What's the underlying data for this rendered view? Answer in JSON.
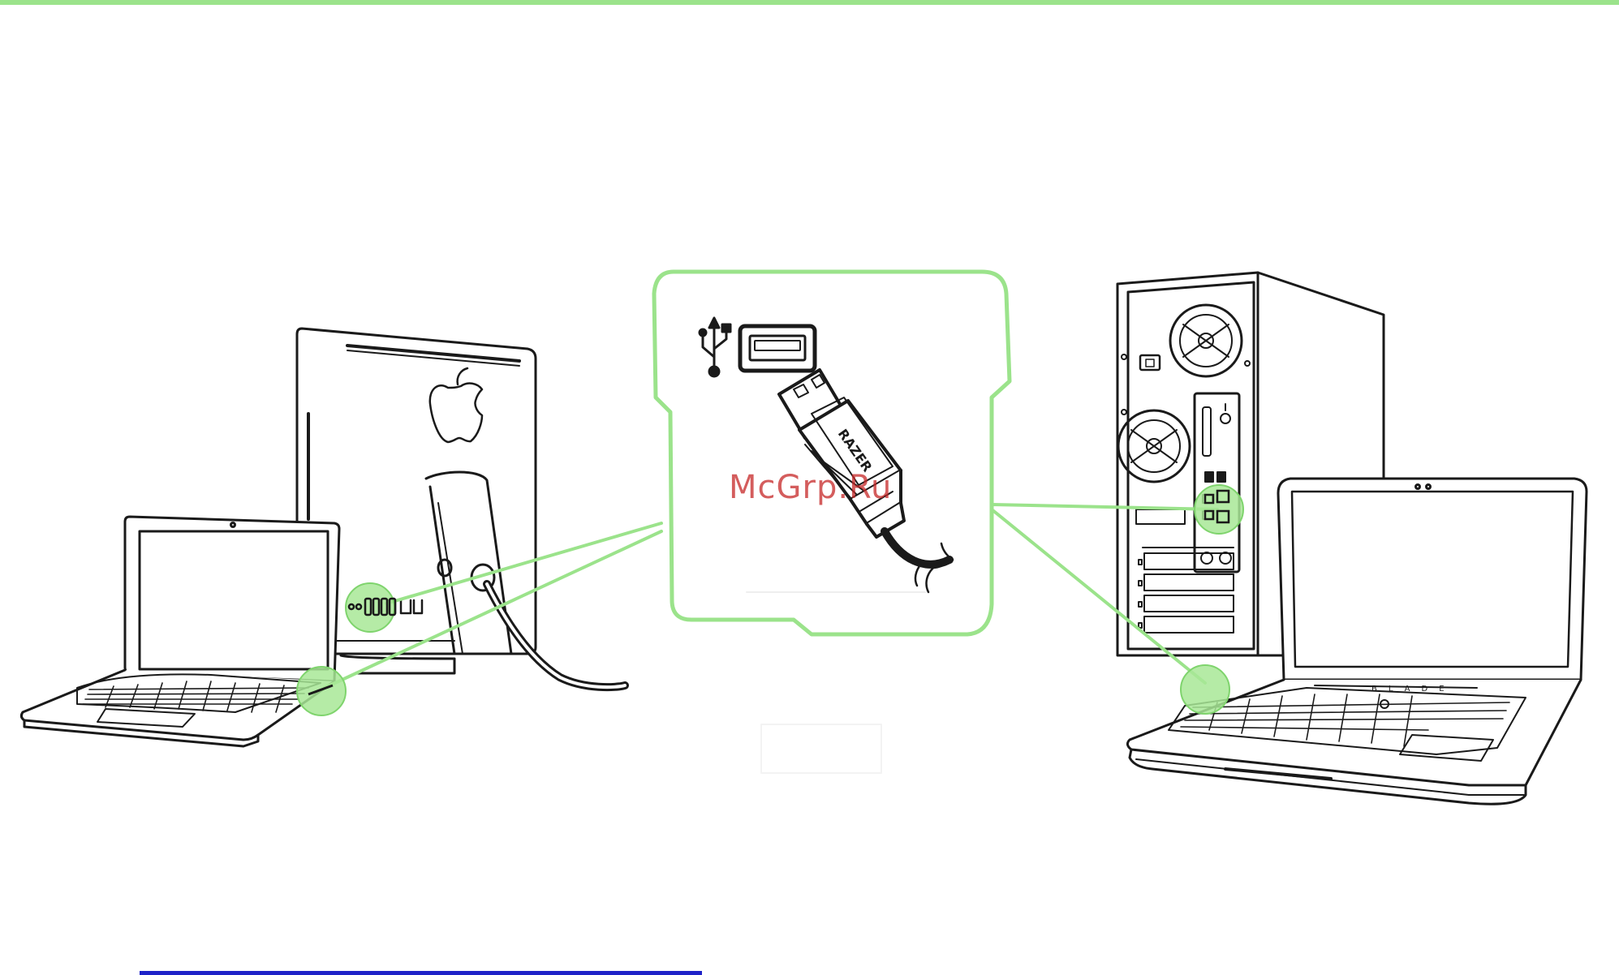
{
  "colors": {
    "accent_green": "#9be38b",
    "highlight_green": "#a8e896",
    "highlight_green_stroke": "#7fd46d",
    "line_art": "#1a1a1a",
    "rule_blue": "#1e22c8",
    "watermark": "#c62828"
  },
  "callout": {
    "icons": [
      "usb-symbol-icon",
      "usb-port-icon",
      "usb-plug-icon"
    ],
    "plug_brand": "RAZER"
  },
  "devices": {
    "left": [
      "imac-desktop",
      "macbook-laptop"
    ],
    "right": [
      "tower-pc",
      "razer-blade-laptop"
    ],
    "blade_lid_text": "BLADE"
  },
  "watermark": "McGrp.Ru"
}
